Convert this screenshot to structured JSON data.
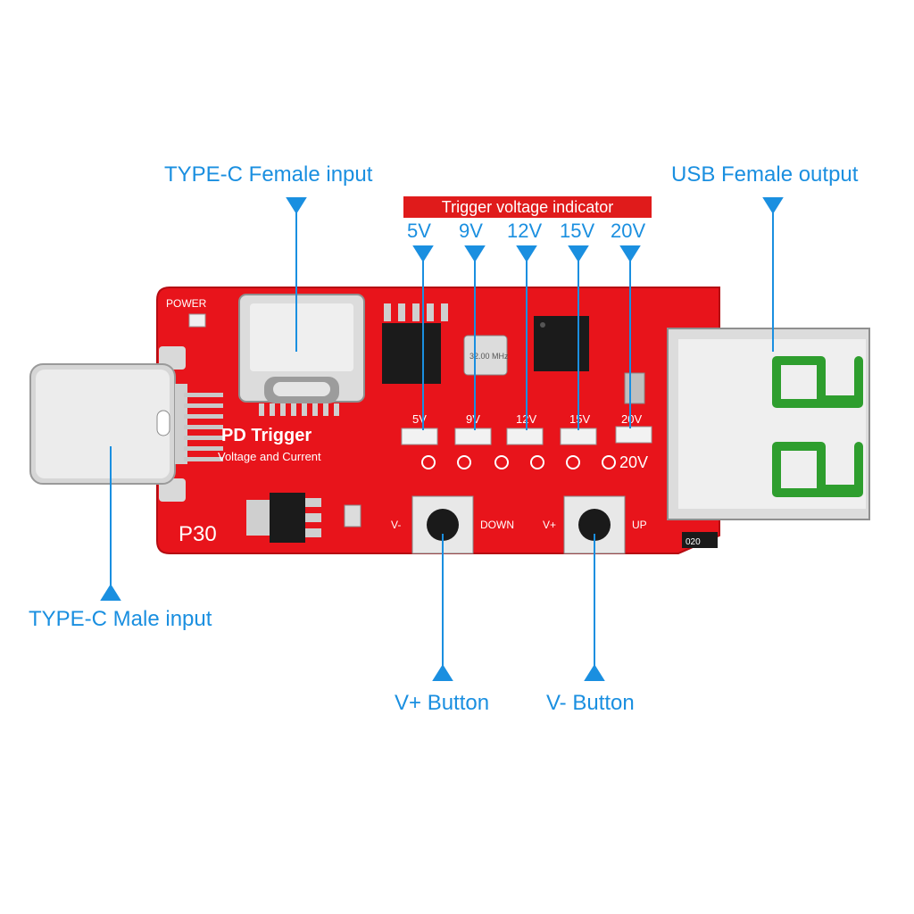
{
  "callouts": {
    "typec_female_input": "TYPE-C Female input",
    "usb_female_output": "USB Female output",
    "typec_male_input": "TYPE-C Male input",
    "vplus_button": "V+ Button",
    "vminus_button": "V- Button"
  },
  "indicator": {
    "banner": "Trigger voltage indicator",
    "voltages": [
      "5V",
      "9V",
      "12V",
      "15V",
      "20V"
    ]
  },
  "board": {
    "power_label": "POWER",
    "title": "PD Trigger",
    "subtitle": "Voltage and Current",
    "model": "P30",
    "silk_voltages": [
      "5V",
      "9V",
      "12V",
      "15V",
      "20V"
    ],
    "silk_20v": "20V",
    "vminus_silk": "V-",
    "down_silk": "DOWN",
    "vplus_silk": "V+",
    "up_silk": "UP",
    "crystal_text": "32.00 MHz",
    "resistor_text": "020"
  },
  "colors": {
    "accent_blue": "#1a8fe0",
    "pcb_red": "#e8141b",
    "banner_red": "#e01b1b",
    "usb_tongue_green": "#2e9e2e"
  }
}
